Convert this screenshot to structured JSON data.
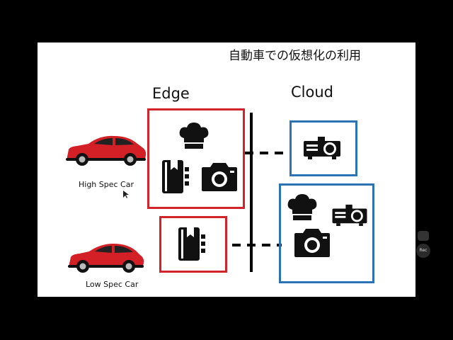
{
  "slide": {
    "title": "自動車での仮想化の利用",
    "edge_label": "Edge",
    "cloud_label": "Cloud",
    "high_car_label": "High Spec Car",
    "low_car_label": "Low Spec Car"
  },
  "colors": {
    "edge_border": "#d1232a",
    "cloud_border": "#2b73b5",
    "car_body": "#d31f26"
  },
  "icons": [
    "car-icon",
    "chef-hat-icon",
    "book-icon",
    "camera-icon",
    "projector-icon"
  ],
  "overlay": {
    "rec_label": "Rec"
  }
}
